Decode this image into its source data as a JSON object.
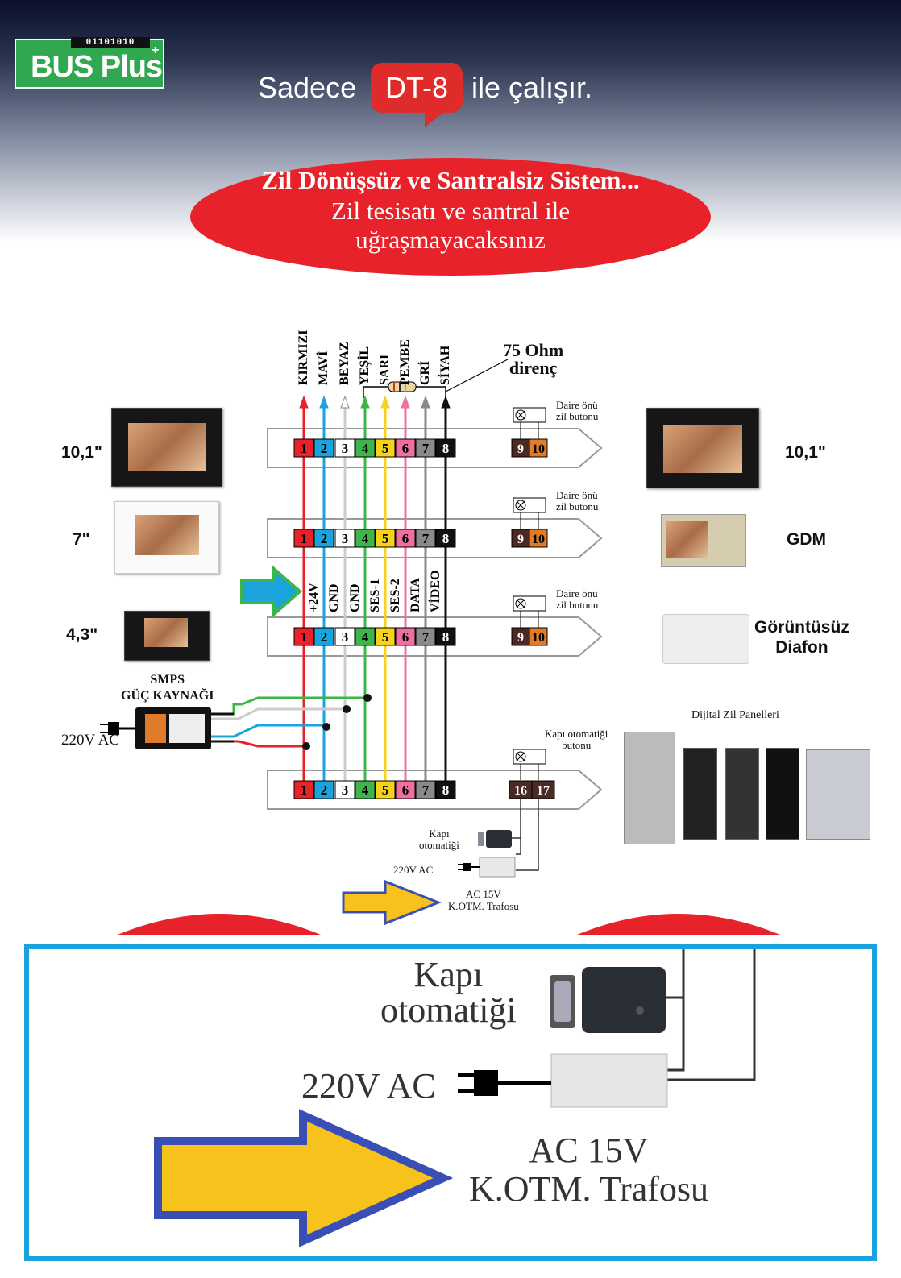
{
  "header": {
    "logo_bits": "01101010",
    "logo_text": "BUS Plus",
    "logo_plus": "+",
    "tagline_pre": "Sadece",
    "tagline_badge": "DT-8",
    "tagline_post": "ile çalışır."
  },
  "banner": {
    "line1": "Zil Dönüşsüz ve Santralsiz Sistem...",
    "line2": "Zil tesisatı ve santral ile",
    "line3": "uğraşmayacaksınız"
  },
  "wires": [
    {
      "name": "KIRMIZI",
      "color": "#e8222a"
    },
    {
      "name": "MAVİ",
      "color": "#1aa3dd"
    },
    {
      "name": "BEYAZ",
      "color": "#cccccc"
    },
    {
      "name": "YEŞİL",
      "color": "#3db54a"
    },
    {
      "name": "SARI",
      "color": "#f7d21c"
    },
    {
      "name": "PEMBE",
      "color": "#ef6fa0"
    },
    {
      "name": "GRİ",
      "color": "#8a8a8a"
    },
    {
      "name": "SİYAH",
      "color": "#111111"
    }
  ],
  "signals": [
    "+24V",
    "GND",
    "GND",
    "SES-1",
    "SES-2",
    "DATA",
    "VİDEO"
  ],
  "terminals": [
    "1",
    "2",
    "3",
    "4",
    "5",
    "6",
    "7",
    "8"
  ],
  "resistor": {
    "line1": "75 Ohm",
    "line2": "direnç"
  },
  "bell": {
    "line1": "Daire önü",
    "line2": "zil butonu"
  },
  "door_button": {
    "line1": "Kapı otomatiği",
    "line2": "butonu"
  },
  "bell_terminals": [
    "9",
    "10"
  ],
  "door_terminals": [
    "16",
    "17"
  ],
  "left_devices": [
    "10,1\"",
    "7\"",
    "4,3\""
  ],
  "right_devices": [
    "10,1\"",
    "GDM",
    "Görüntüsüz",
    "Diafon"
  ],
  "panels_title": "Dijital Zil Panelleri",
  "psu": {
    "line1": "SMPS",
    "line2": "GÜÇ KAYNAĞI",
    "ac": "220V AC"
  },
  "lock": {
    "line1": "Kapı",
    "line2": "otomatiği",
    "ac": "220V AC",
    "trafo1": "AC 15V",
    "trafo2": "K.OTM. Trafosu"
  },
  "colors": {
    "red": "#e8222a",
    "accent_blue": "#19a1de",
    "green": "#2fa84f"
  }
}
